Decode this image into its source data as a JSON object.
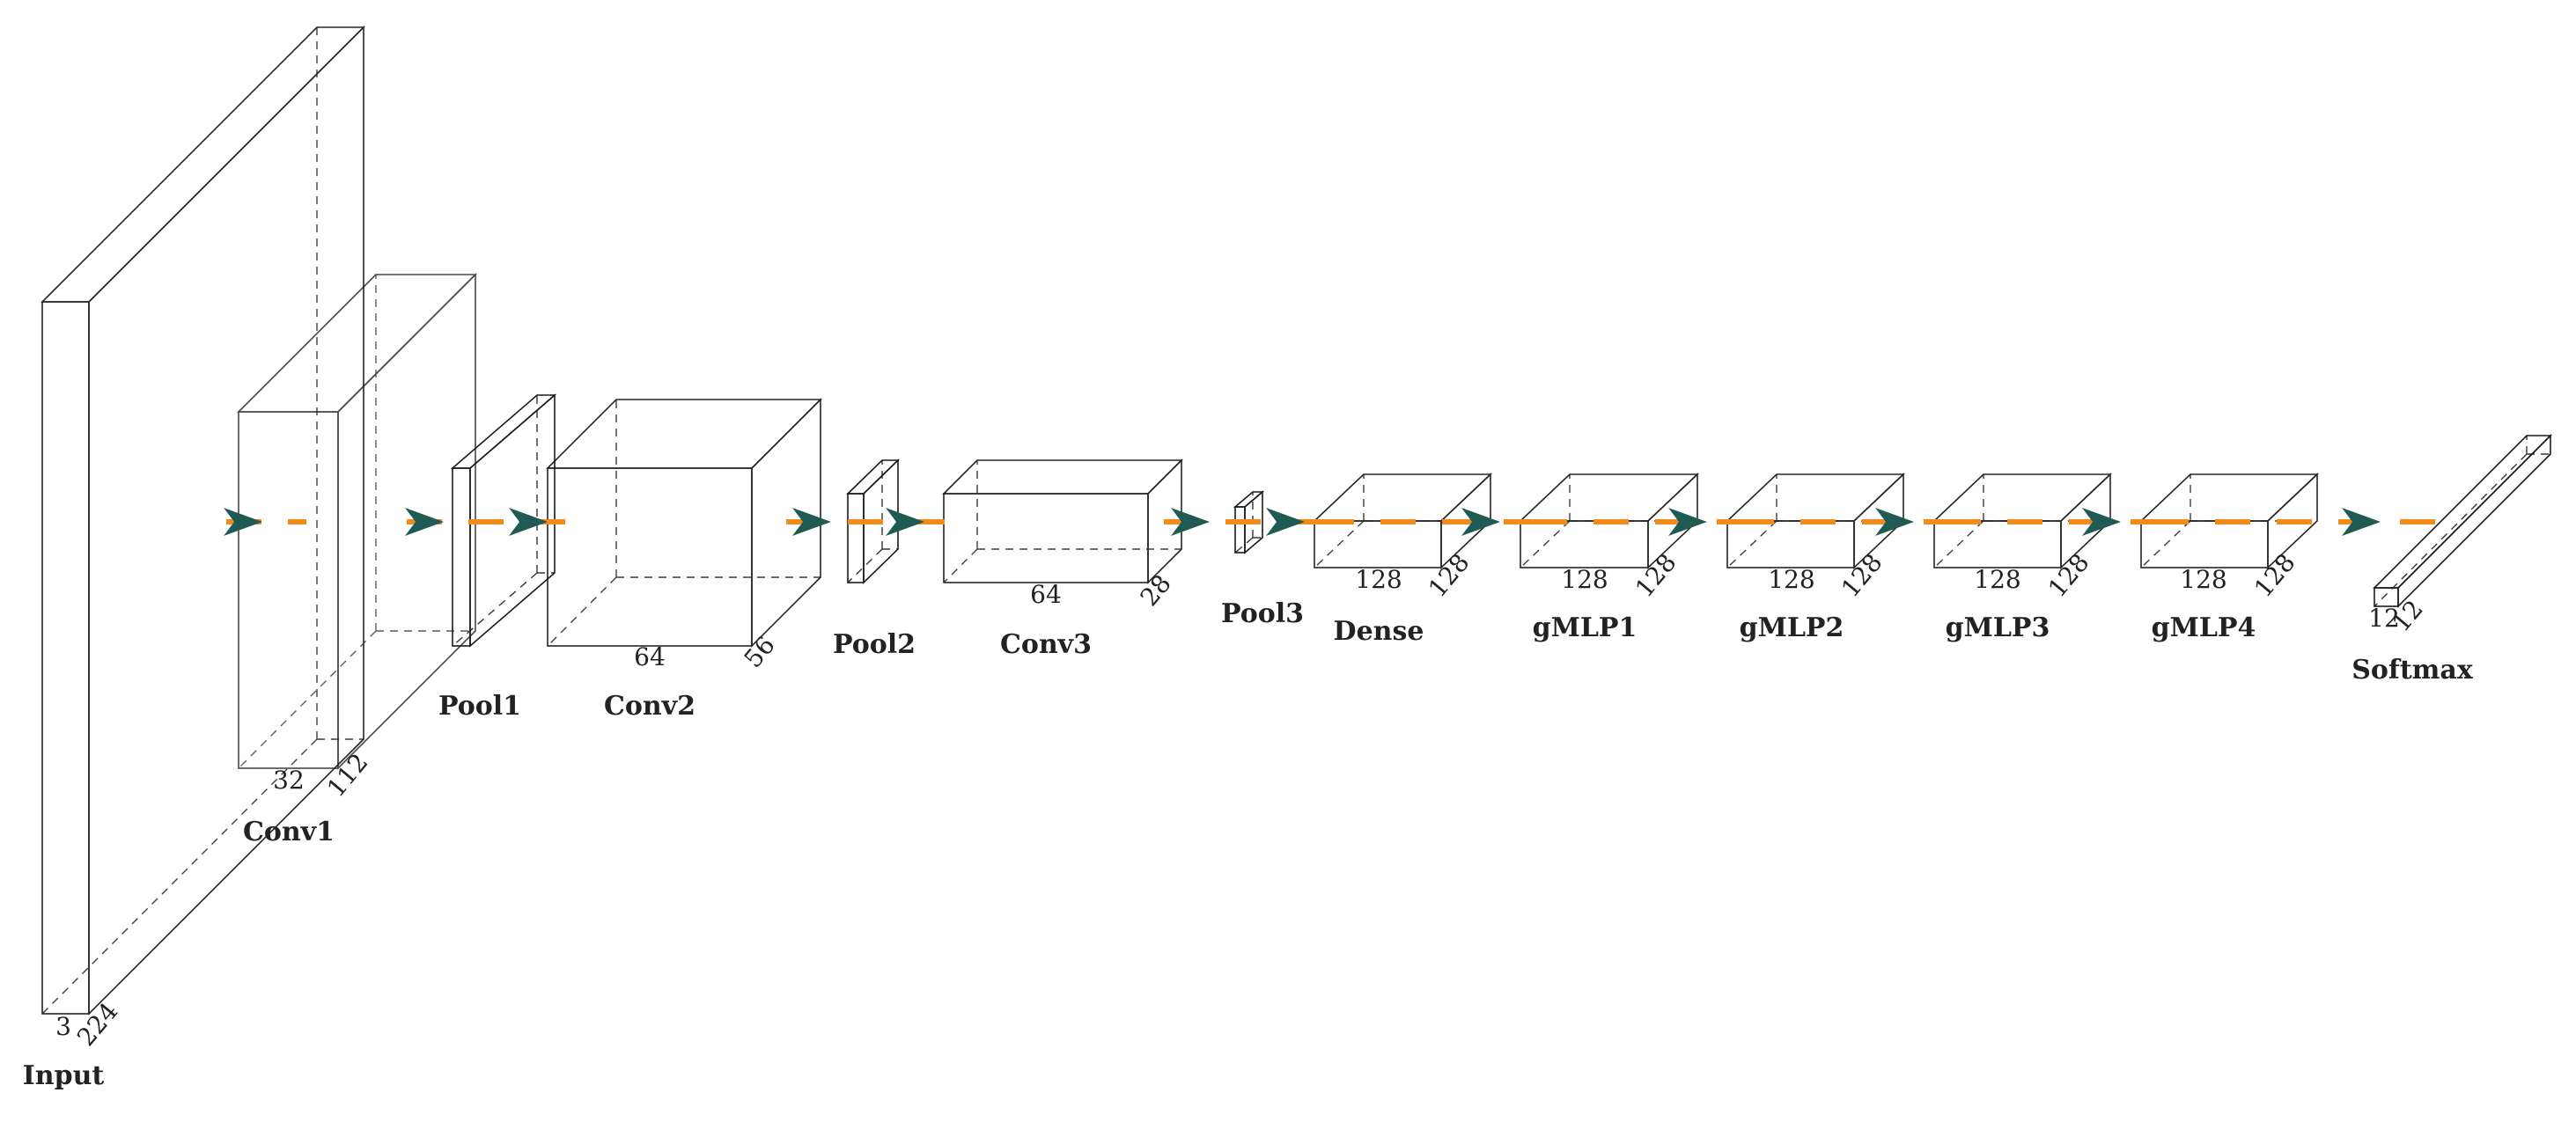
{
  "colors": {
    "input": "#fde9c0",
    "conv": "#fde2b0",
    "pool": "#4b4bdb",
    "conv_deep": "#e6999c",
    "dense": "#98e496",
    "gmlp": "#9be6e6",
    "softmax": "#cc44d9",
    "connection": "#f28a1e",
    "arrowhead": "#1f5a55"
  },
  "layers": [
    {
      "name": "Input",
      "dims": [
        "3",
        "224"
      ],
      "color": "input"
    },
    {
      "name": "Conv1",
      "dims": [
        "32",
        "112"
      ],
      "color": "conv"
    },
    {
      "name": "Pool1",
      "dims": [],
      "color": "pool"
    },
    {
      "name": "Conv2",
      "dims": [
        "64",
        "56"
      ],
      "color": "conv_deep"
    },
    {
      "name": "Pool2",
      "dims": [],
      "color": "pool"
    },
    {
      "name": "Conv3",
      "dims": [
        "64",
        "28"
      ],
      "color": "conv_deep"
    },
    {
      "name": "Pool3",
      "dims": [],
      "color": "pool"
    },
    {
      "name": "Dense",
      "dims": [
        "128",
        "128"
      ],
      "color": "dense"
    },
    {
      "name": "gMLP1",
      "dims": [
        "128",
        "128"
      ],
      "color": "gmlp"
    },
    {
      "name": "gMLP2",
      "dims": [
        "128",
        "128"
      ],
      "color": "gmlp"
    },
    {
      "name": "gMLP3",
      "dims": [
        "128",
        "128"
      ],
      "color": "gmlp"
    },
    {
      "name": "gMLP4",
      "dims": [
        "128",
        "128"
      ],
      "color": "gmlp"
    },
    {
      "name": "Softmax",
      "dims": [
        "12",
        "12"
      ],
      "color": "softmax"
    }
  ]
}
